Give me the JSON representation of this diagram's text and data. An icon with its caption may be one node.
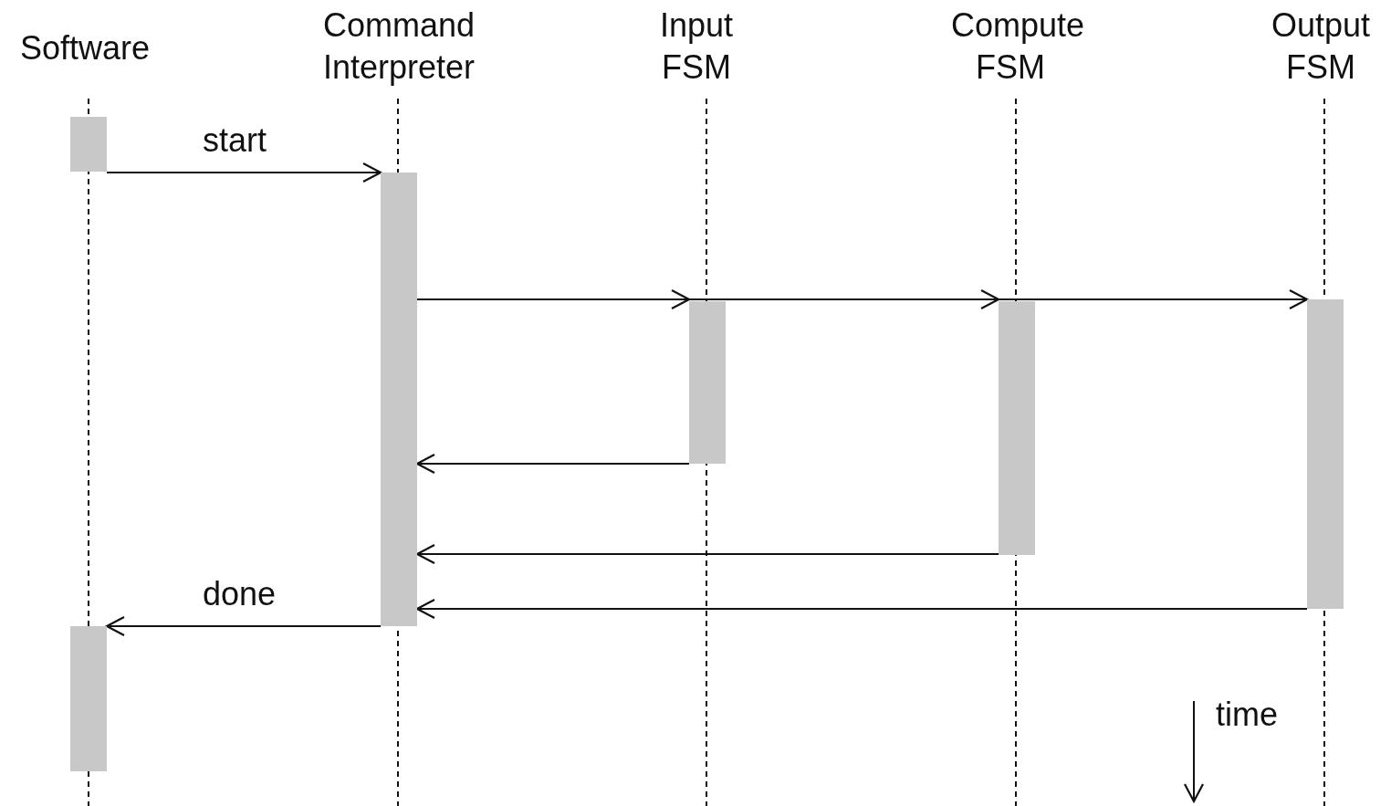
{
  "diagram": {
    "nodes": [
      {
        "text": [
          "Software"
        ]
      },
      {
        "text": [
          "Command Interpreter"
        ]
      },
      {
        "text": [
          "Input FSM"
        ]
      },
      {
        "text": [
          "Compute FSM"
        ]
      },
      {
        "text": [
          "Output FSM"
        ]
      },
      {
        "text": [],
        "shape": "bar"
      },
      {
        "text": [],
        "shape": "bar"
      },
      {
        "text": [],
        "shape": "bar"
      },
      {
        "text": [],
        "shape": "bar"
      },
      {
        "text": [],
        "shape": "bar"
      },
      {
        "text": [],
        "shape": "bar"
      }
    ],
    "edges": [
      {
        "from": 5,
        "to": 6,
        "arrow": "to",
        "label": "start"
      },
      {
        "from": 6,
        "to": 7,
        "arrow": "to"
      },
      {
        "from": 6,
        "to": 8,
        "arrow": "to"
      },
      {
        "from": 6,
        "to": 9,
        "arrow": "to"
      },
      {
        "from": 7,
        "to": 6,
        "arrow": "to"
      },
      {
        "from": 8,
        "to": 6,
        "arrow": "to"
      },
      {
        "from": 9,
        "to": 6,
        "arrow": "to"
      },
      {
        "from": 6,
        "to": 10,
        "arrow": "to",
        "label": "done"
      }
    ],
    "labels": [
      "time"
    ]
  }
}
